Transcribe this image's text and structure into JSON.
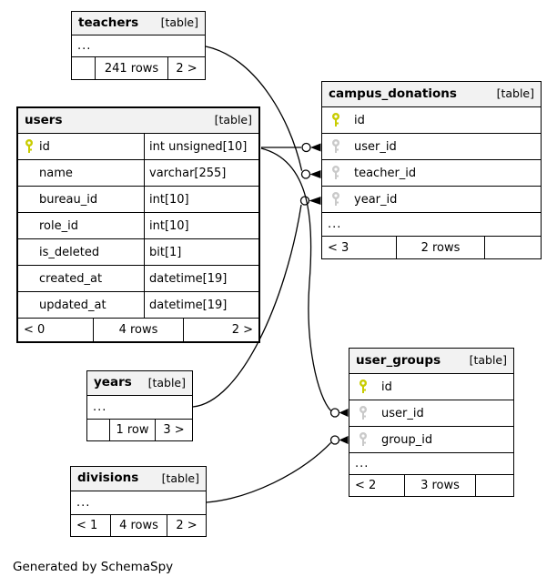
{
  "credit": "Generated by SchemaSpy",
  "colors": {
    "primary_key": "#c8cc00",
    "foreign_key": "#c9c9c9",
    "header_bg": "#f2f2f2",
    "border": "#000000"
  },
  "tables": [
    {
      "name": "teachers",
      "tag": "[table]",
      "ellipsis": "...",
      "columns": [],
      "footer": {
        "left": "",
        "center": "241 rows",
        "right": "2 >"
      }
    },
    {
      "name": "users",
      "tag": "[table]",
      "columns": [
        {
          "name": "id",
          "key": "primary",
          "type": "int unsigned[10]"
        },
        {
          "name": "name",
          "key": "",
          "type": "varchar[255]"
        },
        {
          "name": "bureau_id",
          "key": "",
          "type": "int[10]"
        },
        {
          "name": "role_id",
          "key": "",
          "type": "int[10]"
        },
        {
          "name": "is_deleted",
          "key": "",
          "type": "bit[1]"
        },
        {
          "name": "created_at",
          "key": "",
          "type": "datetime[19]"
        },
        {
          "name": "updated_at",
          "key": "",
          "type": "datetime[19]"
        }
      ],
      "footer": {
        "left": "< 0",
        "center": "4 rows",
        "right": "2 >"
      }
    },
    {
      "name": "campus_donations",
      "tag": "[table]",
      "ellipsis": "...",
      "columns": [
        {
          "name": "id",
          "key": "primary"
        },
        {
          "name": "user_id",
          "key": "foreign"
        },
        {
          "name": "teacher_id",
          "key": "foreign"
        },
        {
          "name": "year_id",
          "key": "foreign"
        }
      ],
      "footer": {
        "left": "< 3",
        "center": "2 rows",
        "right": ""
      }
    },
    {
      "name": "years",
      "tag": "[table]",
      "ellipsis": "...",
      "columns": [],
      "footer": {
        "left": "",
        "center": "1 row",
        "right": "3 >"
      }
    },
    {
      "name": "user_groups",
      "tag": "[table]",
      "ellipsis": "...",
      "columns": [
        {
          "name": "id",
          "key": "primary"
        },
        {
          "name": "user_id",
          "key": "foreign"
        },
        {
          "name": "group_id",
          "key": "foreign"
        }
      ],
      "footer": {
        "left": "< 2",
        "center": "3 rows",
        "right": ""
      }
    },
    {
      "name": "divisions",
      "tag": "[table]",
      "ellipsis": "...",
      "columns": [],
      "footer": {
        "left": "< 1",
        "center": "4 rows",
        "right": "2 >"
      }
    }
  ],
  "relationships": [
    {
      "from": "users.id",
      "to": "campus_donations.user_id"
    },
    {
      "from": "teachers",
      "to": "campus_donations.teacher_id"
    },
    {
      "from": "years",
      "to": "campus_donations.year_id"
    },
    {
      "from": "users.id",
      "to": "user_groups.user_id"
    },
    {
      "from": "divisions",
      "to": "user_groups.group_id"
    }
  ]
}
